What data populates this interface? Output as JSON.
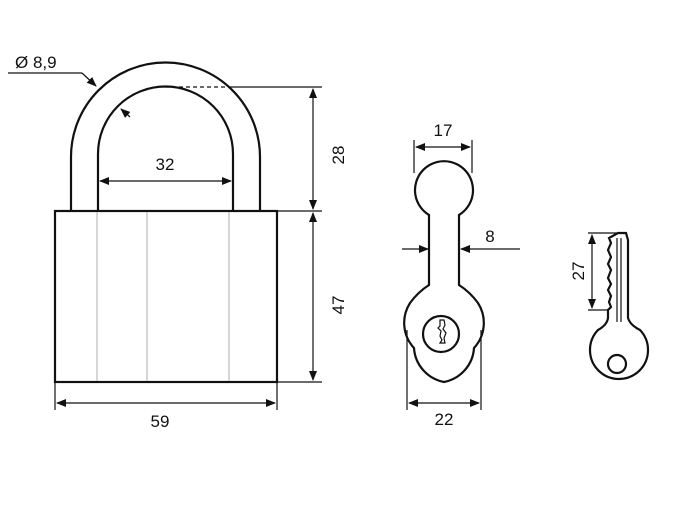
{
  "dimensions": {
    "shackle_diameter": "Ø 8,9",
    "shackle_inner_width": "32",
    "shackle_height": "28",
    "body_height": "47",
    "body_width": "59",
    "escutcheon_top_width": "17",
    "escutcheon_neck_width": "8",
    "escutcheon_bottom_width": "22",
    "key_blade_length": "27"
  }
}
